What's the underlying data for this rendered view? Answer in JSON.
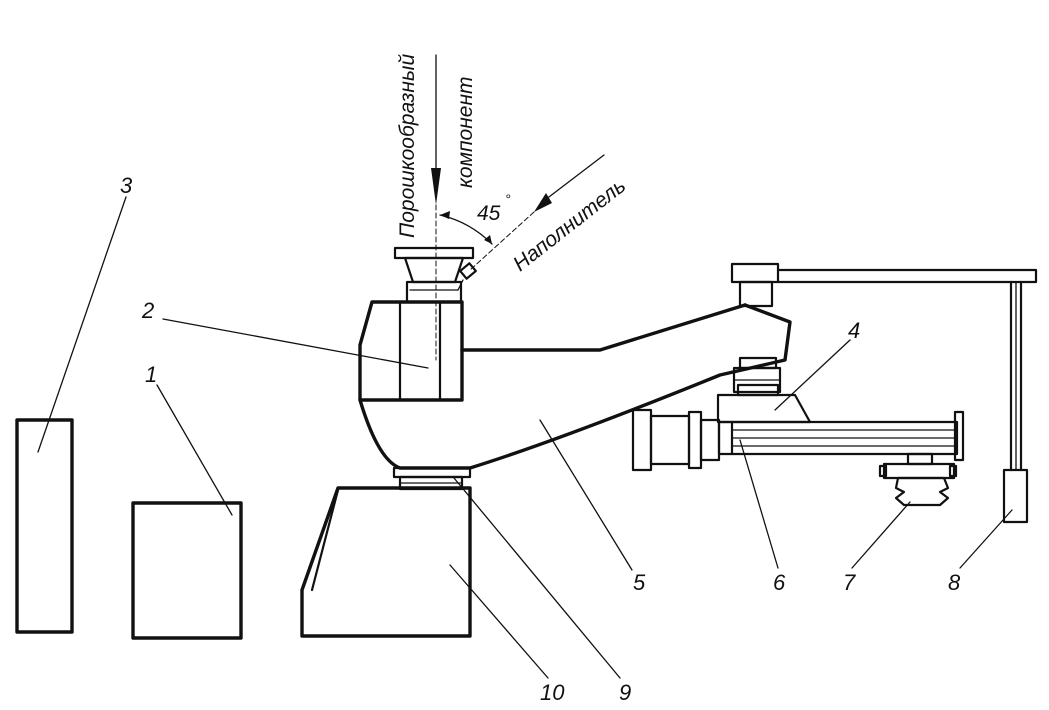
{
  "labels": {
    "powder_line1": "Порошкообразный",
    "powder_line2": "компонент",
    "filler": "Наполнитель",
    "angle": "45",
    "degree": "°"
  },
  "callouts": [
    "1",
    "2",
    "3",
    "4",
    "5",
    "6",
    "7",
    "8",
    "9",
    "10"
  ]
}
